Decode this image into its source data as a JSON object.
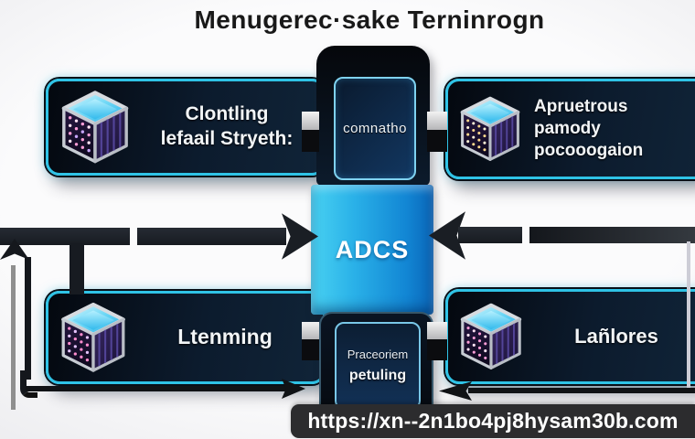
{
  "title": "Menugerec·sake Terninrogn",
  "boxes": {
    "top_left": {
      "lines": [
        "Clontling",
        "lefaail Stryeth:"
      ]
    },
    "top_right": {
      "lines": [
        "Apruetrous",
        "pamody",
        "pocooogaion"
      ]
    },
    "bottom_left": {
      "lines": [
        "Ltenming"
      ]
    },
    "bottom_right": {
      "lines": [
        "Lañlores"
      ]
    }
  },
  "column": {
    "top_label": "comnatho",
    "center_label": "ADCS",
    "bottom_labels": [
      "Praceoriem",
      "petuling"
    ]
  },
  "url_bar": {
    "text": "https://xn--2n1bo4pj8hysam30b.com"
  },
  "icons": {
    "box_icon": "data-cube-icon"
  },
  "colors": {
    "background": "#f7f7f8",
    "accent_cyan": "#2fc3e6",
    "box_bg_dark": "#0b1624",
    "band_blue_left": "#49d2f2",
    "band_blue_right": "#0a66b8",
    "arrow_dark": "#1a1e24",
    "url_bar_bg": "#2c2c2e",
    "text_light": "#f2f5f7",
    "title_color": "#191919"
  }
}
